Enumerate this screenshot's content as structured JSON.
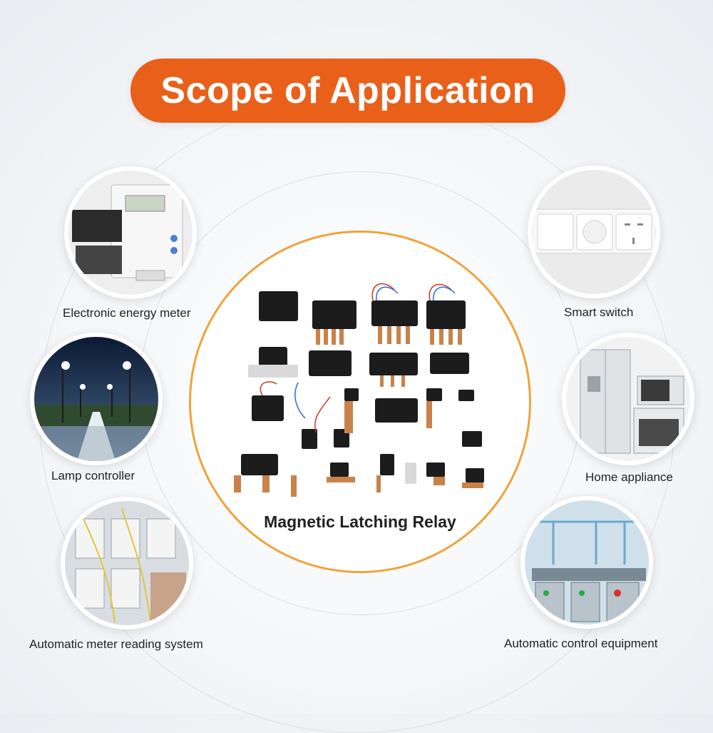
{
  "header": {
    "title": "Scope of Application"
  },
  "center": {
    "label": "Magnetic Latching Relay"
  },
  "applications": {
    "energy_meter": "Electronic energy meter",
    "lamp_controller": "Lamp controller",
    "meter_reading": "Automatic meter reading system",
    "smart_switch": "Smart  switch",
    "home_appliance": "Home appliance",
    "control_equipment": "Automatic control equipment"
  },
  "colors": {
    "accent": "#e9601a",
    "ring": "#f0a33a",
    "text": "#222222"
  },
  "icons": {
    "energy_meter": "energy-meter-photo",
    "lamp_controller": "street-lamp-photo",
    "meter_reading": "meter-panel-photo",
    "smart_switch": "wall-switch-photo",
    "home_appliance": "appliances-photo",
    "control_equipment": "factory-line-photo"
  }
}
